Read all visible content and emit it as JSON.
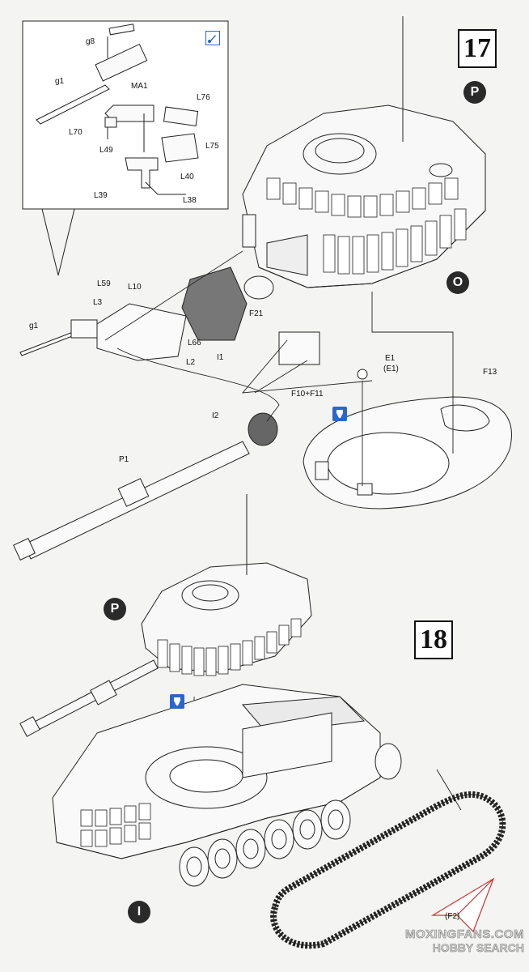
{
  "steps": {
    "step17": "17",
    "step18": "18"
  },
  "badges": {
    "p_top": "P",
    "o": "O",
    "p_bottom": "P",
    "i": "I"
  },
  "inset": {
    "labels": {
      "g8": "g8",
      "g1": "g1",
      "ma1": "MA1",
      "l76": "L76",
      "l70": "L70",
      "l75": "L75",
      "l49": "L49",
      "l40": "L40",
      "l39": "L39",
      "l38": "L38"
    }
  },
  "main": {
    "labels": {
      "l59": "L59",
      "l10": "L10",
      "l3": "L3",
      "g1": "g1",
      "l66": "L66",
      "l2": "L2",
      "i1": "I1",
      "f21": "F21",
      "e1": "E1",
      "e1p": "(E1)",
      "f10f11": "F10+F11",
      "f13": "F13",
      "i2": "I2",
      "p1": "P1"
    }
  },
  "track_label": "(F2)",
  "watermark": {
    "line1": "MOXINGFANS.COM",
    "line2": "HOBBY SEARCH"
  },
  "colors": {
    "glue_icon": "#2a67c9",
    "badge": "#2a2a2a",
    "line": "#222222"
  },
  "icons": {
    "glue": "glue-icon",
    "paint": "paint-icon"
  }
}
